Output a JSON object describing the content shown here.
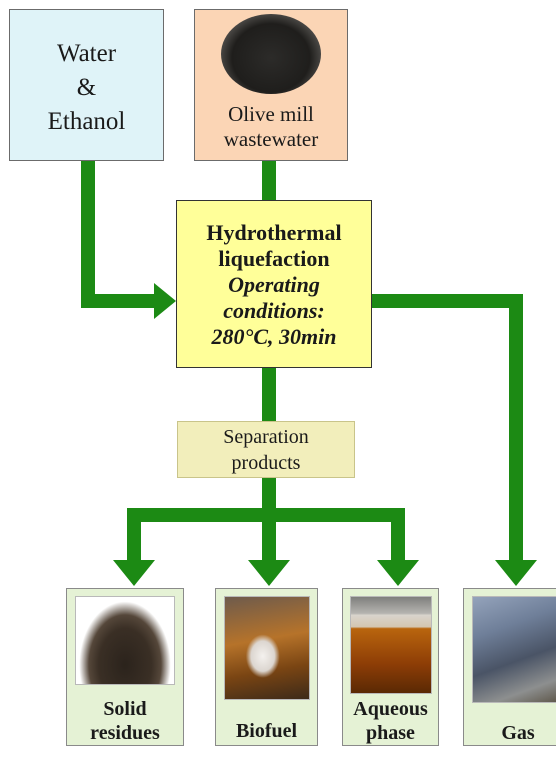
{
  "inputs": {
    "water": [
      "Water",
      "&",
      "Ethanol"
    ],
    "olive": [
      "Olive mill",
      "wastewater"
    ]
  },
  "process": {
    "title": [
      "Hydrothermal",
      "liquefaction"
    ],
    "conditions": [
      "Operating",
      "conditions:"
    ],
    "values": "280°C, 30min"
  },
  "separation": [
    "Separation",
    "products"
  ],
  "products": {
    "solid": [
      "Solid",
      "residues"
    ],
    "biofuel": "Biofuel",
    "aqueous": [
      "Aqueous",
      "phase"
    ],
    "gas": "Gas"
  },
  "colors": {
    "arrow": "#1c8a14",
    "water_box": "#dff3f8",
    "olive_box": "#fbd5b5",
    "process_box": "#ffff99",
    "separation_box": "#f2eebb",
    "product_box": "#e5f2d5"
  }
}
